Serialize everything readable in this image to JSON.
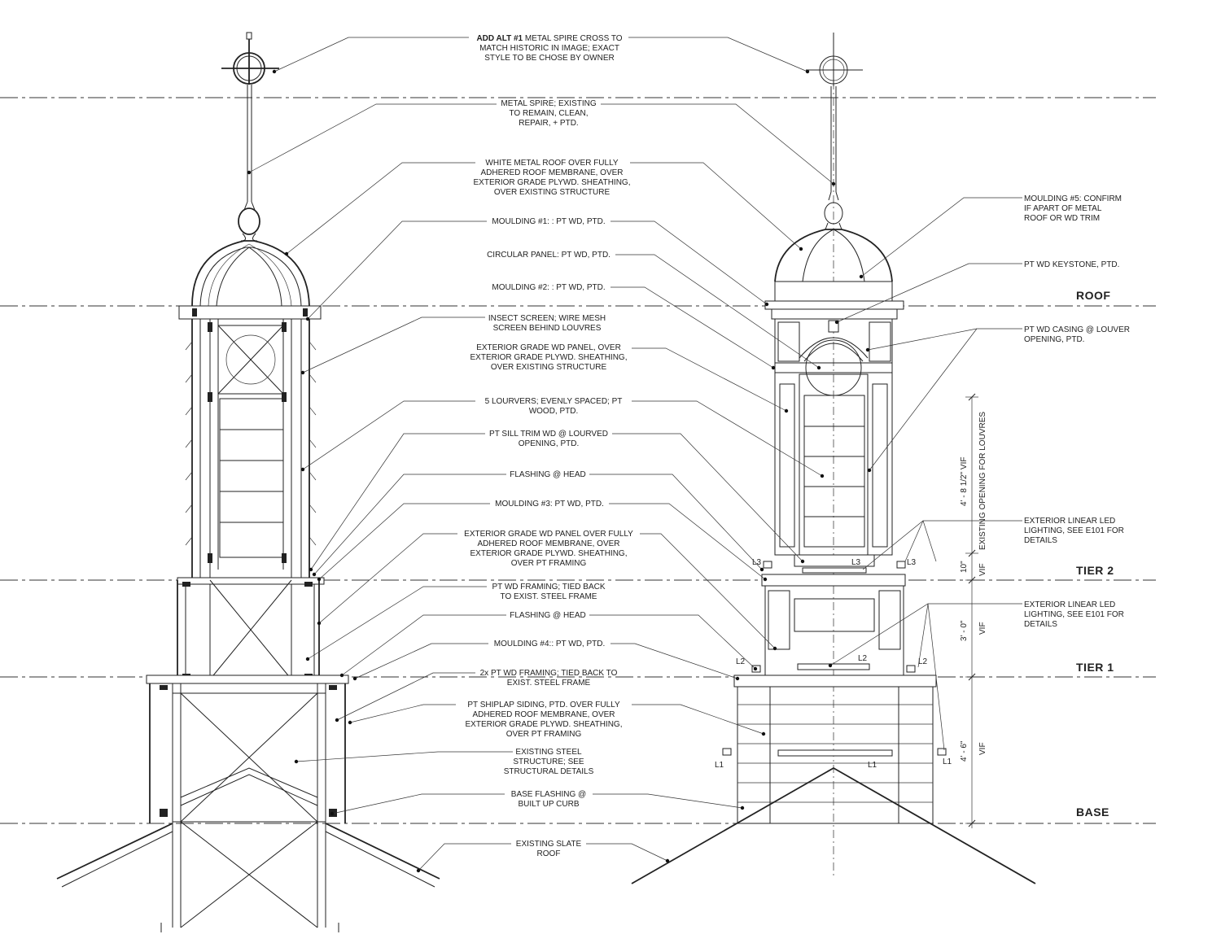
{
  "levels": [
    {
      "label": "ROOF"
    },
    {
      "label": "TIER 2"
    },
    {
      "label": "TIER 1"
    },
    {
      "label": "BASE"
    }
  ],
  "notes": [
    {
      "bold": "ADD ALT #1",
      "lines": [
        " METAL SPIRE CROSS TO",
        "MATCH HISTORIC IN IMAGE; EXACT",
        "STYLE TO BE CHOSE BY OWNER"
      ]
    },
    {
      "bold": "",
      "lines": [
        "METAL SPIRE; EXISTING",
        "TO REMAIN, CLEAN,",
        "REPAIR, + PTD."
      ]
    },
    {
      "bold": "",
      "lines": [
        "WHITE METAL ROOF OVER FULLY",
        "ADHERED ROOF MEMBRANE, OVER",
        "EXTERIOR GRADE PLYWD. SHEATHING,",
        "OVER EXISTING STRUCTURE"
      ]
    },
    {
      "bold": "",
      "lines": [
        "MOULDING #1: : PT WD, PTD."
      ]
    },
    {
      "bold": "",
      "lines": [
        "CIRCULAR PANEL: PT WD, PTD."
      ]
    },
    {
      "bold": "",
      "lines": [
        "MOULDING #2: : PT WD, PTD."
      ]
    },
    {
      "bold": "",
      "lines": [
        "INSECT SCREEN; WIRE MESH",
        "SCREEN BEHIND LOUVRES"
      ]
    },
    {
      "bold": "",
      "lines": [
        "EXTERIOR GRADE WD PANEL, OVER",
        "EXTERIOR GRADE PLYWD. SHEATHING,",
        "OVER EXISTING STRUCTURE"
      ]
    },
    {
      "bold": "",
      "lines": [
        "5 LOURVERS; EVENLY SPACED; PT",
        "WOOD, PTD."
      ]
    },
    {
      "bold": "",
      "lines": [
        "PT SILL TRIM WD @ LOURVED",
        "OPENING, PTD."
      ]
    },
    {
      "bold": "",
      "lines": [
        "FLASHING @ HEAD"
      ]
    },
    {
      "bold": "",
      "lines": [
        "MOULDING #3: PT WD, PTD."
      ]
    },
    {
      "bold": "",
      "lines": [
        "EXTERIOR GRADE WD PANEL OVER FULLY",
        "ADHERED ROOF MEMBRANE, OVER",
        "EXTERIOR GRADE PLYWD. SHEATHING,",
        "OVER PT FRAMING"
      ]
    },
    {
      "bold": "",
      "lines": [
        "PT WD FRAMING; TIED BACK",
        "TO EXIST. STEEL FRAME"
      ]
    },
    {
      "bold": "",
      "lines": [
        "FLASHING @ HEAD"
      ]
    },
    {
      "bold": "",
      "lines": [
        "MOULDING #4:: PT WD, PTD."
      ]
    },
    {
      "bold": "",
      "lines": [
        "2x PT WD FRAMING; TIED BACK TO",
        "EXIST. STEEL FRAME"
      ]
    },
    {
      "bold": "",
      "lines": [
        "PT SHIPLAP SIDING, PTD. OVER FULLY",
        "ADHERED ROOF MEMBRANE, OVER",
        "EXTERIOR GRADE PLYWD. SHEATHING,",
        "OVER PT FRAMING"
      ]
    },
    {
      "bold": "",
      "lines": [
        "EXISTING STEEL",
        "STRUCTURE; SEE",
        "STRUCTURAL DETAILS"
      ]
    },
    {
      "bold": "",
      "lines": [
        "BASE FLASHING @",
        "BUILT UP CURB"
      ]
    },
    {
      "bold": "",
      "lines": [
        "EXISTING SLATE",
        "ROOF"
      ]
    }
  ],
  "right_notes": [
    {
      "lines": [
        "MOULDING #5: CONFIRM",
        "IF APART OF METAL",
        "ROOF OR WD TRIM"
      ]
    },
    {
      "lines": [
        "PT WD KEYSTONE, PTD."
      ]
    },
    {
      "lines": [
        "PT WD CASING @ LOUVER",
        "OPENING, PTD."
      ]
    },
    {
      "lines": [
        "EXTERIOR LINEAR LED",
        "LIGHTING, SEE E101 FOR",
        "DETAILS"
      ]
    },
    {
      "lines": [
        "EXTERIOR LINEAR LED",
        "LIGHTING, SEE E101 FOR",
        "DETAILS"
      ]
    }
  ],
  "dimensions": [
    {
      "value": "4' - 8 1/2\" VIF"
    },
    {
      "value": "EXISTING OPENING FOR LOUVRES"
    },
    {
      "value": "10\""
    },
    {
      "value": "VIF"
    },
    {
      "value": "3' - 0\""
    },
    {
      "value": "VIF"
    },
    {
      "value": "4' - 6\""
    },
    {
      "value": "VIF"
    }
  ],
  "light_tags": [
    {
      "label": "L3"
    },
    {
      "label": "L3"
    },
    {
      "label": "L3"
    },
    {
      "label": "L2"
    },
    {
      "label": "L2"
    },
    {
      "label": "L2"
    },
    {
      "label": "L1"
    },
    {
      "label": "L1"
    },
    {
      "label": "L1"
    }
  ]
}
